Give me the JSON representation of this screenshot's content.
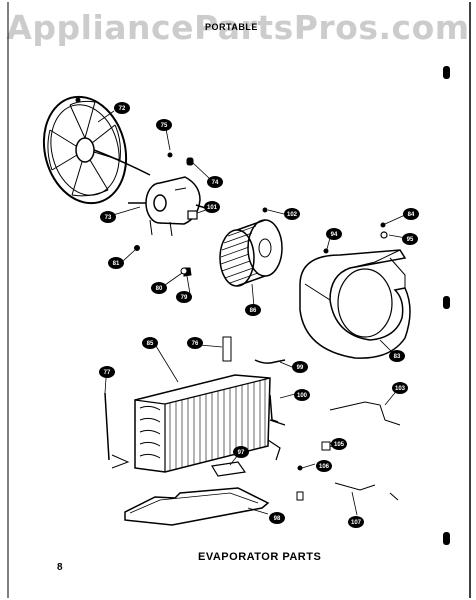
{
  "watermark": "AppliancePartsPros.com",
  "header_text": "PORTABLE",
  "page_number": "8",
  "title": "EVAPORATOR PARTS",
  "callouts": [
    "72",
    "75",
    "74",
    "73",
    "101",
    "102",
    "84",
    "94",
    "95",
    "81",
    "80",
    "79",
    "86",
    "83",
    "85",
    "76",
    "99",
    "77",
    "100",
    "103",
    "105",
    "97",
    "106",
    "98",
    "107"
  ]
}
